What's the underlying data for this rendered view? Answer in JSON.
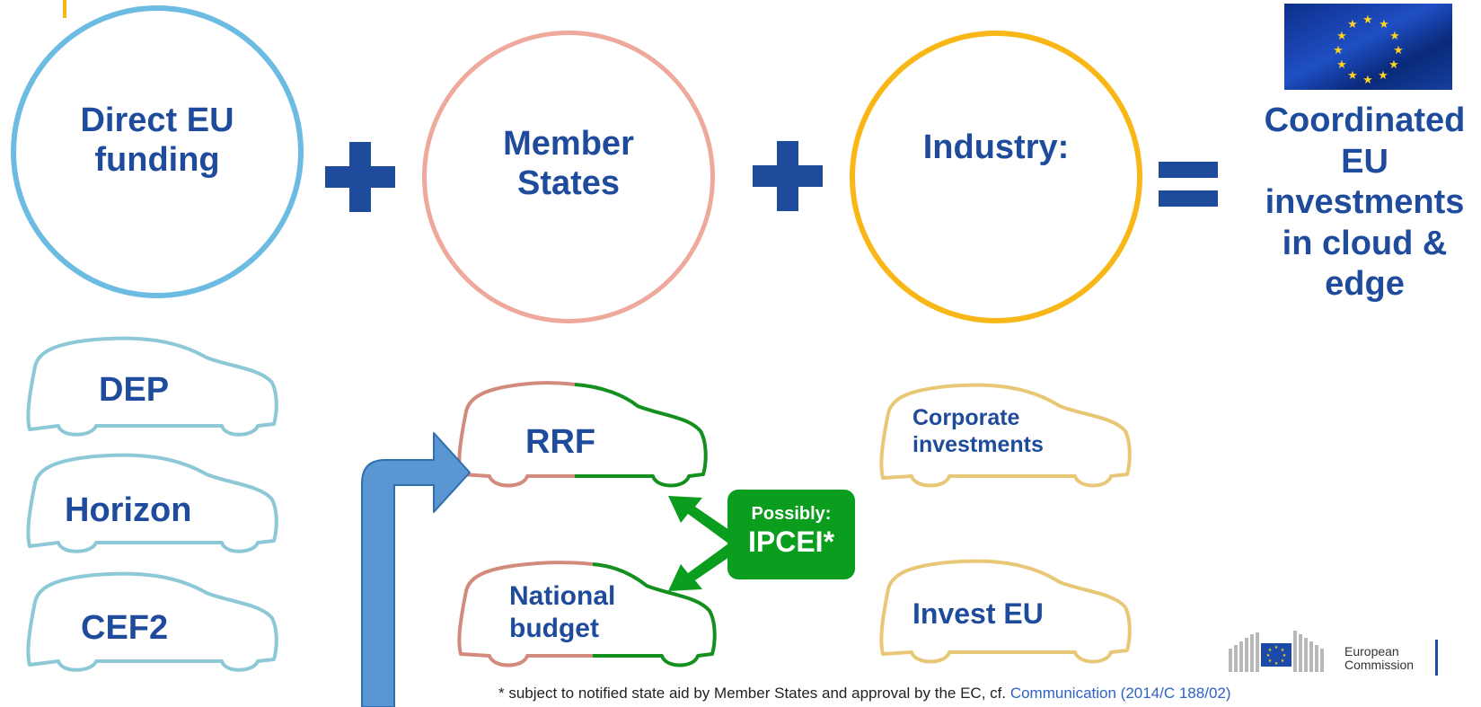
{
  "circles": {
    "direct": "Direct EU funding",
    "member_states": "Member States",
    "industry": "Industry:"
  },
  "result": "Coordinated EU investments in cloud & edge",
  "direct_funding_cars": [
    "DEP",
    "Horizon",
    "CEF2"
  ],
  "member_state_cars": [
    "RRF",
    "National budget"
  ],
  "industry_cars": [
    "Corporate investments",
    "Invest EU"
  ],
  "ipcei": {
    "line1": "Possibly:",
    "line2": "IPCEI*"
  },
  "footnote": {
    "text": "* subject to notified state aid by Member States and approval by the EC, cf.",
    "link": "Communication (2014/C 188/02)"
  },
  "logo": {
    "line1": "European",
    "line2": "Commission"
  },
  "colors": {
    "text_blue": "#1e4b9b",
    "direct": "#6bbbe2",
    "member_states": "#eea89c",
    "industry": "#f8b716",
    "operator": "#1e4b9b",
    "ipcei_green": "#0b9e1e",
    "arrow_blue": "#5a96d2"
  }
}
